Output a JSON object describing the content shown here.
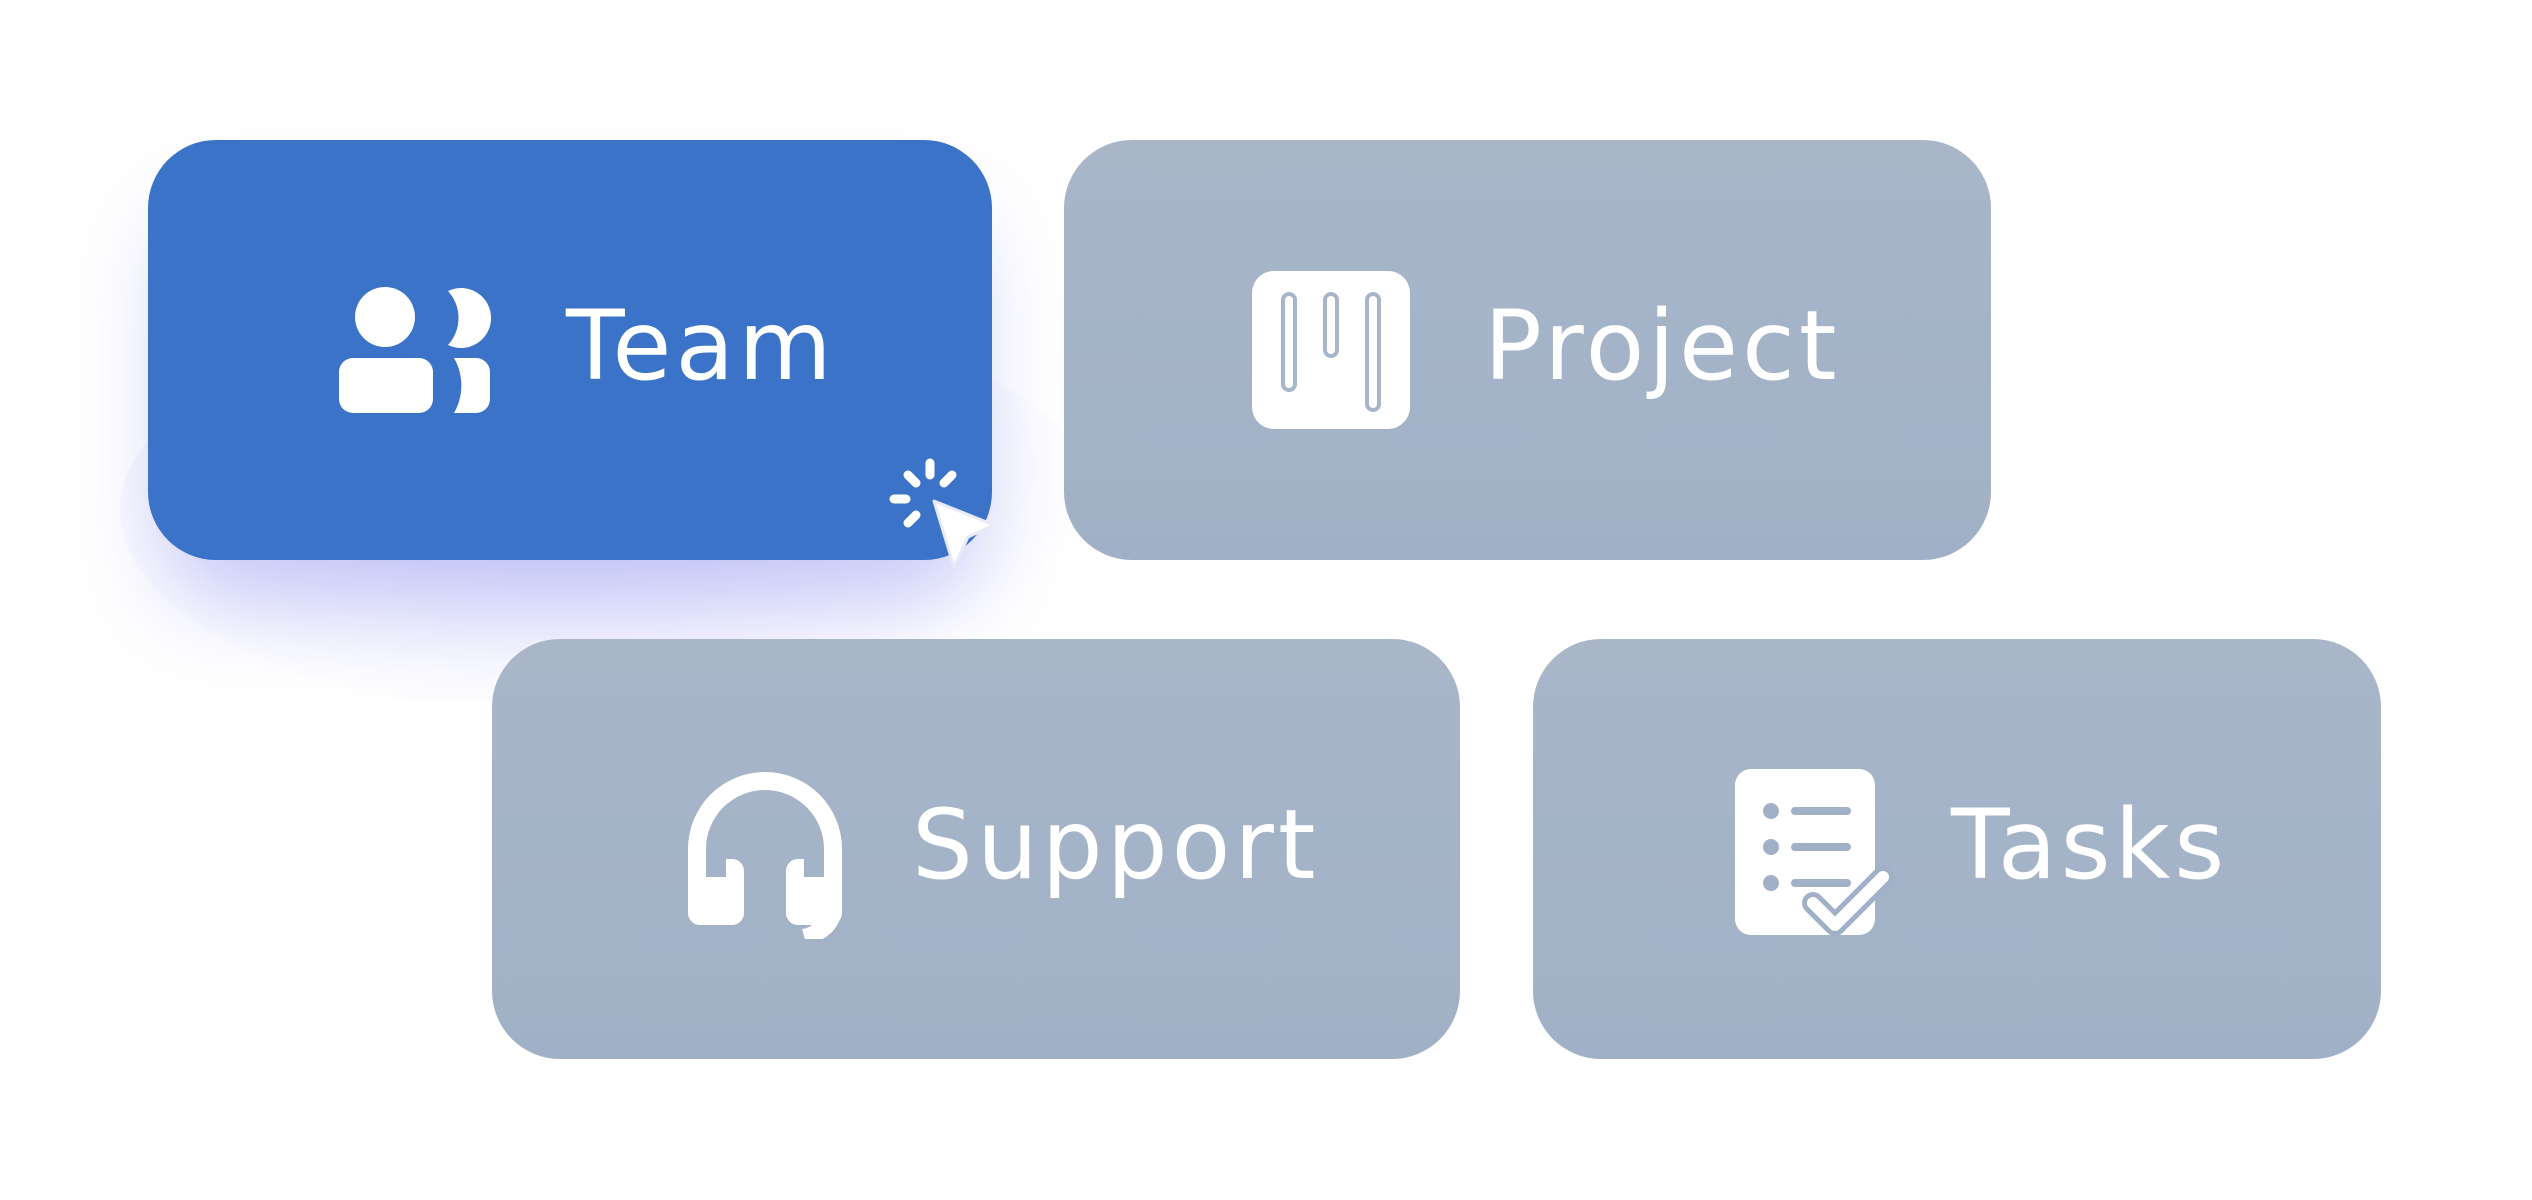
{
  "cards": [
    {
      "label": "Team",
      "icon": "team-icon",
      "state": "active"
    },
    {
      "label": "Project",
      "icon": "project-board-icon"
    },
    {
      "label": "Support",
      "icon": "headset-icon"
    },
    {
      "label": "Tasks",
      "icon": "task-checklist-icon"
    }
  ],
  "colors": {
    "active_card": "#3a73c8",
    "inactive_card": "#a4b4c8",
    "label": "#ffffff",
    "glow": "#7a7ff0"
  },
  "cursor": {
    "icon": "click-pointer-icon"
  }
}
